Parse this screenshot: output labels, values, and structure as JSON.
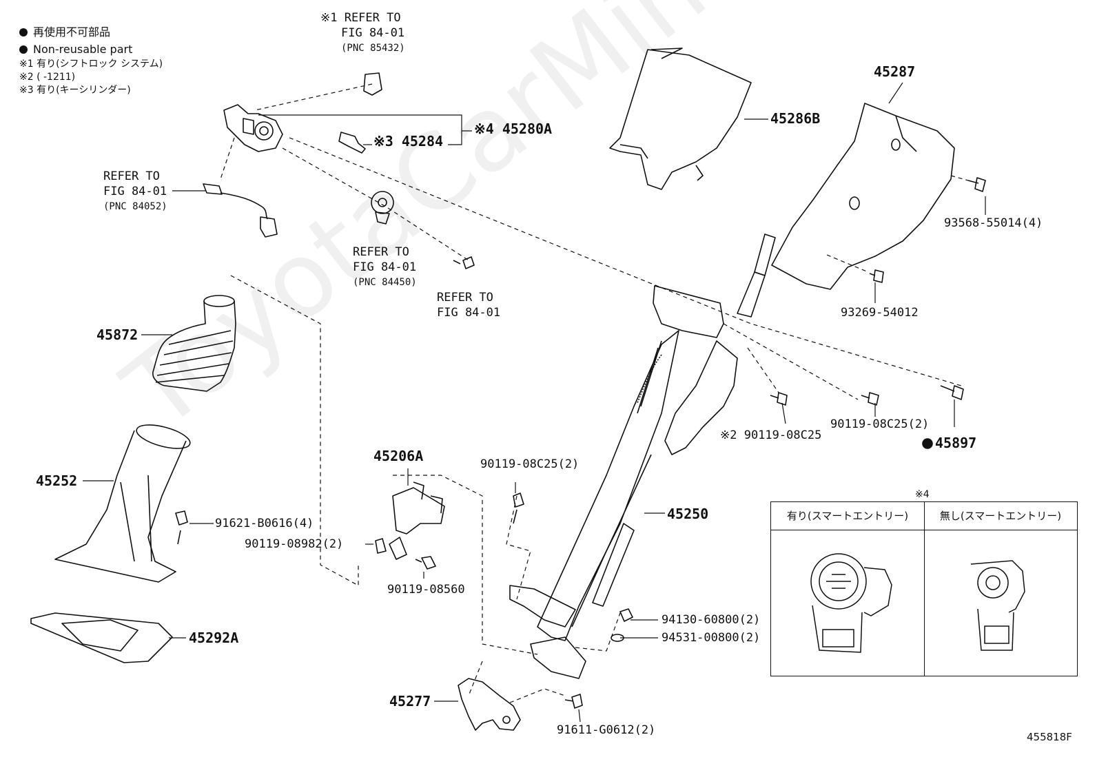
{
  "watermark": "ToyotaCarMiner.ru",
  "legend": {
    "jp_nonreusable": "再使用不可部品",
    "en_nonreusable": "Non-reusable part",
    "note1": "※1 有り(シフトロック システム)",
    "note2": "※2 (      -1211)",
    "note3": "※3 有り(キーシリンダー)"
  },
  "refs": {
    "r1_mark": "※1 REFER TO",
    "r1_fig": "FIG 84-01",
    "r1_pnc": "(PNC 85432)",
    "r2_refer": "REFER TO",
    "r2_fig": "FIG 84-01",
    "r2_pnc": "(PNC 84052)",
    "r3_refer": "REFER TO",
    "r3_fig": "FIG 84-01",
    "r3_pnc": "(PNC 84450)",
    "r4_refer": "REFER TO",
    "r4_fig": "FIG 84-01"
  },
  "parts": {
    "p45284": "※3 45284",
    "p45280A": "※4 45280A",
    "p45286B": "45286B",
    "p45287": "45287",
    "p93568": "93568-55014(4)",
    "p93269": "93269-54012",
    "p45872": "45872",
    "p45252": "45252",
    "p91621": "91621-B0616(4)",
    "p90119_08982": "90119-08982(2)",
    "p90119_08560": "90119-08560",
    "p45206A": "45206A",
    "p90119_c25_a": "90119-08C25(2)",
    "p90119_c25_b": "※2 90119-08C25",
    "p90119_c25_c": "90119-08C25(2)",
    "p45897": "45897",
    "p45250": "45250",
    "p45292A": "45292A",
    "p94130": "94130-60800(2)",
    "p94531": "94531-00800(2)",
    "p45277": "45277",
    "p91611": "91611-G0612(2)"
  },
  "inset": {
    "mark": "※4",
    "col_left": "有り(スマートエントリー)",
    "col_right": "無し(スマートエントリー)"
  },
  "figure_code": "455818F"
}
